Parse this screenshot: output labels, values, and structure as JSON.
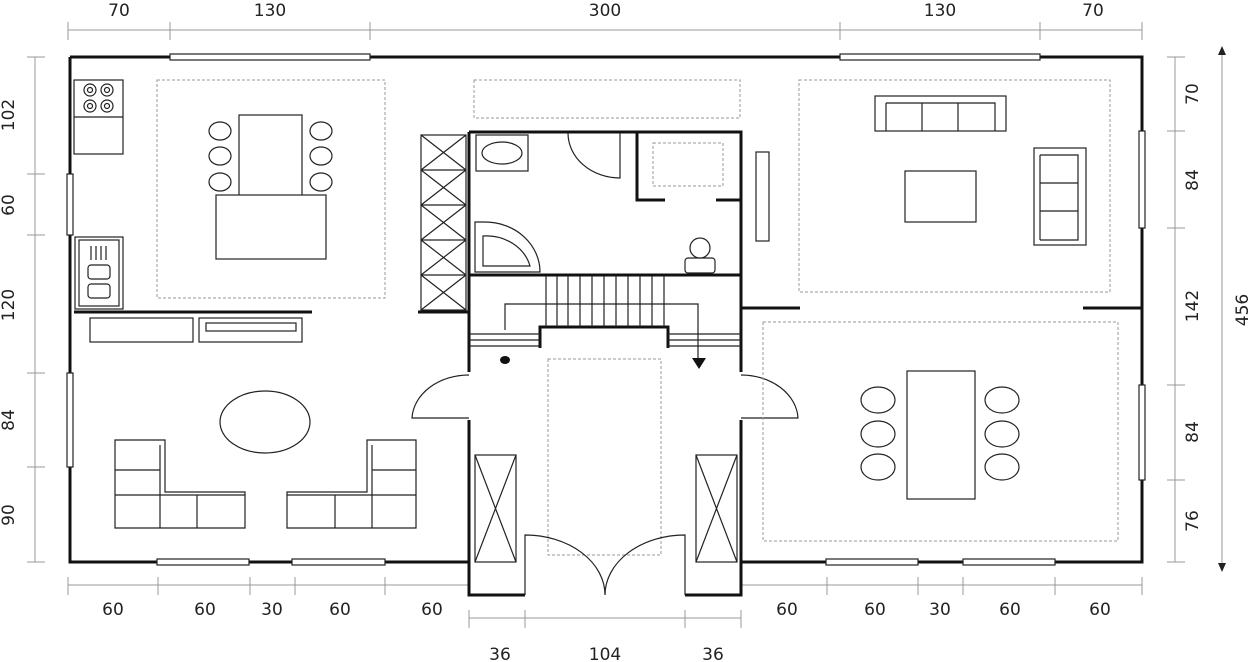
{
  "dimensions": {
    "top": [
      "70",
      "130",
      "300",
      "130",
      "70"
    ],
    "left": [
      "102",
      "60",
      "120",
      "84",
      "90"
    ],
    "right": [
      "70",
      "84",
      "142",
      "84",
      "76"
    ],
    "overall_height": "456",
    "bottom_left": [
      "60",
      "60",
      "30",
      "60",
      "60"
    ],
    "bottom_right": [
      "60",
      "60",
      "30",
      "60",
      "60"
    ],
    "bottom_entrance": [
      "36",
      "104",
      "36"
    ]
  }
}
